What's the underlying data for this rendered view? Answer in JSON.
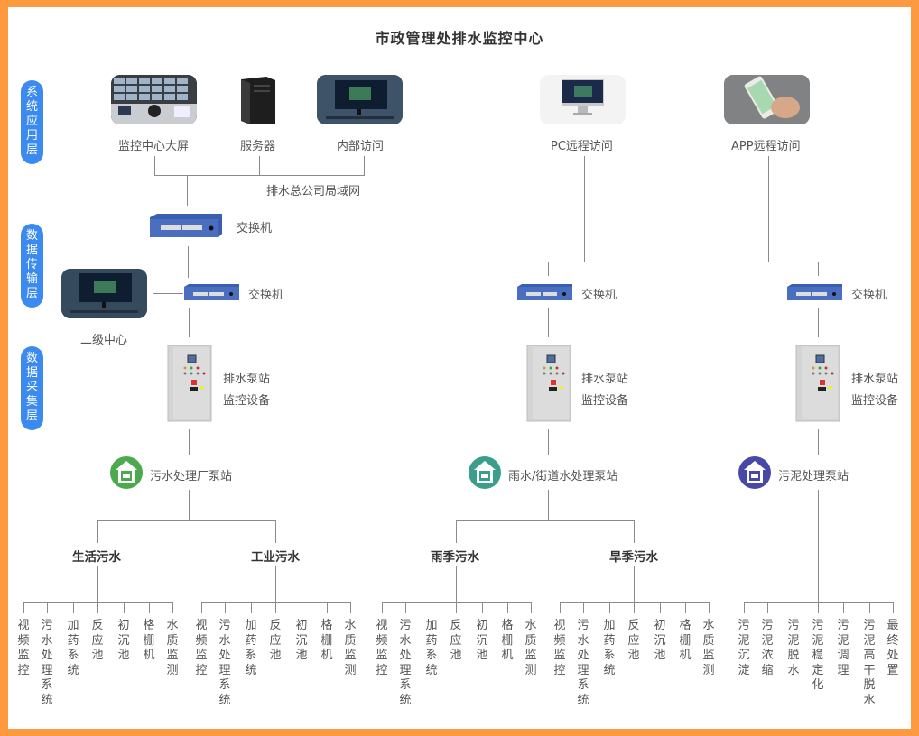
{
  "title": "市政管理处排水监控中心",
  "colors": {
    "border": "#fd9a3f",
    "layer_pill": "#3b8af0",
    "line": "#8a8a8a",
    "station_green": "#4caa4e",
    "station_teal": "#3a9e8a",
    "station_purple": "#4848a6",
    "switch_blue": "#3b5fb0"
  },
  "layers": [
    {
      "label": "系统应用层"
    },
    {
      "label": "数据传输层"
    },
    {
      "label": "数据采集层"
    }
  ],
  "application": {
    "devices": [
      {
        "label": "监控中心大屏",
        "icon": "video-wall-icon"
      },
      {
        "label": "服务器",
        "icon": "server-icon"
      },
      {
        "label": "内部访问",
        "icon": "monitor-icon"
      },
      {
        "label": "PC远程访问",
        "icon": "imac-icon"
      },
      {
        "label": "APP远程访问",
        "icon": "phone-icon"
      }
    ],
    "lan_label": "排水总公司局域网"
  },
  "transmission": {
    "core_switch": "交换机",
    "secondary_center": "二级中心",
    "switches": [
      "交换机",
      "交换机",
      "交换机"
    ]
  },
  "collection": {
    "stations": [
      {
        "cabinet_line1": "排水泵站",
        "cabinet_line2": "监控设备",
        "station": "污水处理厂泵站",
        "color": "#4caa4e",
        "groups": [
          {
            "name": "生活污水",
            "items": [
              "视频监控",
              "污水处理系统",
              "加药系统",
              "反应池",
              "初沉池",
              "格栅机",
              "水质监测"
            ]
          },
          {
            "name": "工业污水",
            "items": [
              "视频监控",
              "污水处理系统",
              "加药系统",
              "反应池",
              "初沉池",
              "格栅机",
              "水质监测"
            ]
          }
        ]
      },
      {
        "cabinet_line1": "排水泵站",
        "cabinet_line2": "监控设备",
        "station": "雨水/街道水处理泵站",
        "color": "#3a9e8a",
        "groups": [
          {
            "name": "雨季污水",
            "items": [
              "视频监控",
              "污水处理系统",
              "加药系统",
              "反应池",
              "初沉池",
              "格栅机",
              "水质监测"
            ]
          },
          {
            "name": "旱季污水",
            "items": [
              "视频监控",
              "污水处理系统",
              "加药系统",
              "反应池",
              "初沉池",
              "格栅机",
              "水质监测"
            ]
          }
        ]
      },
      {
        "cabinet_line1": "排水泵站",
        "cabinet_line2": "监控设备",
        "station": "污泥处理泵站",
        "color": "#4848a6",
        "items": [
          "污泥沉淀",
          "污泥浓缩",
          "污泥脱水",
          "污泥稳定化",
          "污泥调理",
          "污泥高干脱水",
          "最终处置"
        ]
      }
    ]
  }
}
